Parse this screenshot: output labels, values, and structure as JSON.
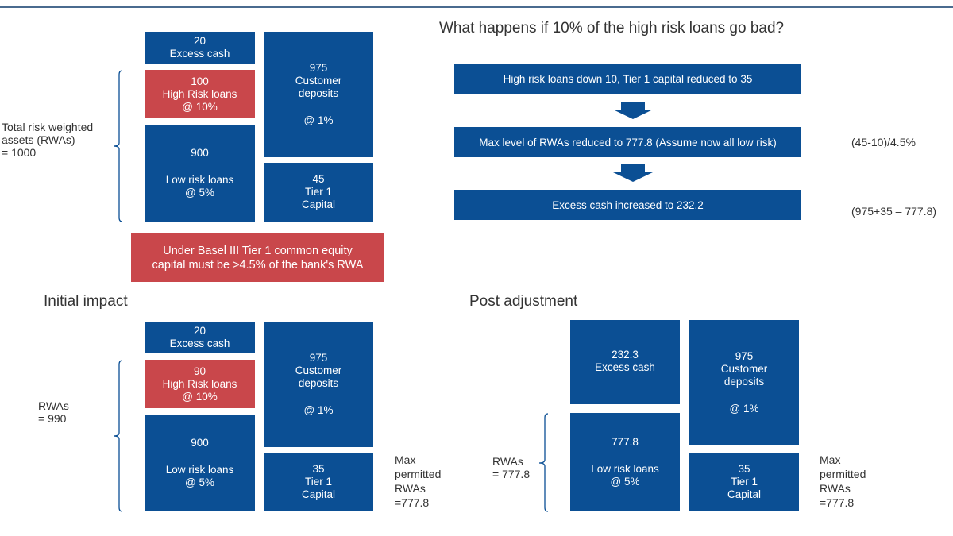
{
  "title": "What happens if 10% of the high risk loans go bad?",
  "top_balance": {
    "excess_cash": {
      "value": "20",
      "label": "Excess cash"
    },
    "high_risk": {
      "value": "100",
      "label": "High Risk loans",
      "weight": "@ 10%"
    },
    "low_risk": {
      "value": "900",
      "label": "Low risk loans",
      "weight": "@ 5%"
    },
    "deposits": {
      "value": "975",
      "label1": "Customer",
      "label2": "deposits",
      "weight": "@ 1%"
    },
    "tier1": {
      "value": "45",
      "label1": "Tier 1",
      "label2": "Capital"
    },
    "rwa_label": [
      "Total risk weighted",
      "assets (RWAs)",
      "= 1000"
    ]
  },
  "basel_note": [
    "Under Basel III Tier 1 common equity",
    "capital must be >4.5% of the bank's RWA"
  ],
  "flow_steps": [
    "High risk loans down 10, Tier 1 capital reduced to 35",
    "Max level of RWAs reduced to 777.8 (Assume now all low risk)",
    "Excess cash increased to 232.2"
  ],
  "formulas": [
    "(45-10)/4.5%",
    "(975+35 – 777.8)"
  ],
  "initial": {
    "heading": "Initial impact",
    "excess_cash": {
      "value": "20",
      "label": "Excess cash"
    },
    "high_risk": {
      "value": "90",
      "label": "High Risk loans",
      "weight": "@ 10%"
    },
    "low_risk": {
      "value": "900",
      "label": "Low risk loans",
      "weight": "@ 5%"
    },
    "deposits": {
      "value": "975",
      "label1": "Customer",
      "label2": "deposits",
      "weight": "@ 1%"
    },
    "tier1": {
      "value": "35",
      "label1": "Tier 1",
      "label2": "Capital"
    },
    "rwa_label": [
      "RWAs",
      "= 990"
    ],
    "max_note": [
      "Max",
      "permitted",
      "RWAs",
      "=777.8"
    ]
  },
  "post": {
    "heading": "Post adjustment",
    "excess_cash": {
      "value": "232.3",
      "label": "Excess cash"
    },
    "low_risk": {
      "value": "777.8",
      "label": "Low risk loans",
      "weight": "@ 5%"
    },
    "deposits": {
      "value": "975",
      "label1": "Customer",
      "label2": "deposits",
      "weight": "@ 1%"
    },
    "tier1": {
      "value": "35",
      "label1": "Tier 1",
      "label2": "Capital"
    },
    "rwa_label": [
      "RWAs",
      "= 777.8"
    ],
    "max_note": [
      "Max",
      "permitted",
      "RWAs",
      "=777.8"
    ]
  },
  "colors": {
    "box_blue": "#0b4f94",
    "box_red": "#c9474b",
    "text": "#333333"
  }
}
